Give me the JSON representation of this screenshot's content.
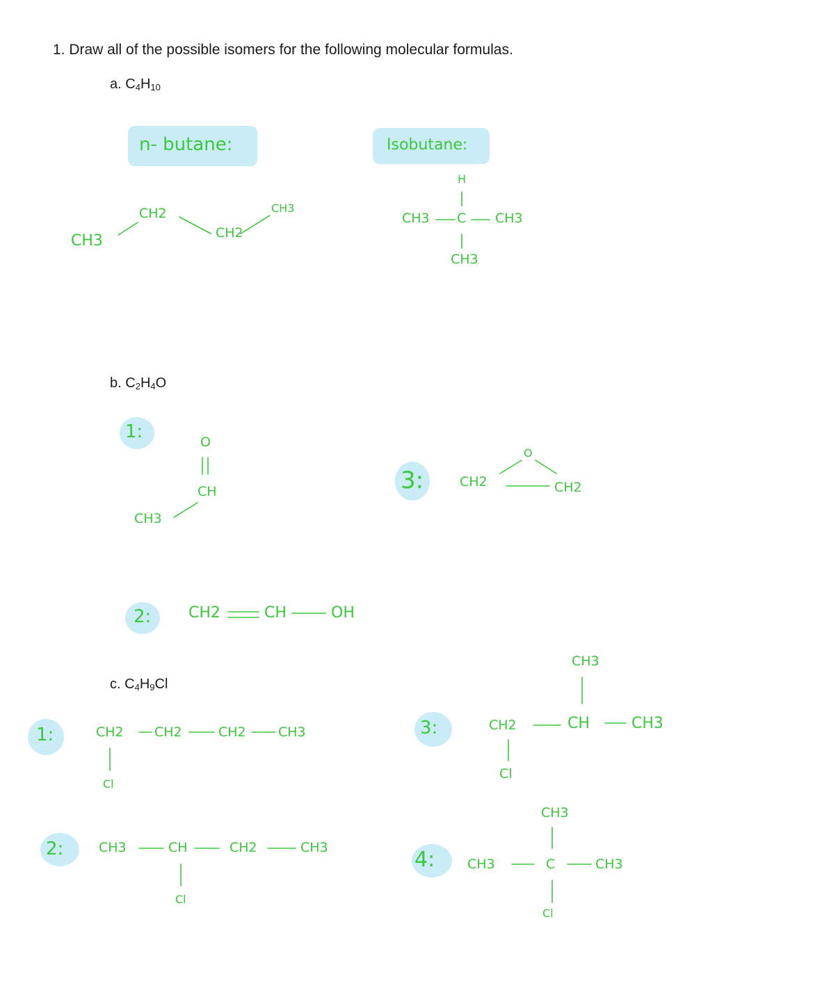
{
  "question": {
    "title": "1. Draw all of the possible isomers for the following molecular formulas."
  },
  "parts": {
    "a": {
      "letter": "a.",
      "formula_parts": [
        "C",
        "4",
        "H",
        "10"
      ]
    },
    "b": {
      "letter": "b.",
      "formula_parts": [
        "C",
        "2",
        "H",
        "4",
        "O"
      ]
    },
    "c": {
      "letter": "c.",
      "formula_parts": [
        "C",
        "4",
        "H",
        "9",
        "Cl"
      ]
    }
  },
  "answers": {
    "a": {
      "n_butane": {
        "label": "n- butane:",
        "atoms": [
          "CH3",
          "CH2",
          "CH2",
          "CH3"
        ]
      },
      "isobutane": {
        "label": "Isobutane:",
        "atoms": {
          "top": "H",
          "left": "CH3",
          "center": "C",
          "right": "CH3",
          "bottom": "CH3"
        }
      }
    },
    "b": {
      "isomer1": {
        "number": "1:",
        "atoms": {
          "o": "O",
          "ch": "CH",
          "ch3": "CH3"
        }
      },
      "isomer2": {
        "number": "2:",
        "atoms": [
          "CH2",
          "CH",
          "OH"
        ]
      },
      "isomer3": {
        "number": "3:",
        "atoms": {
          "o": "O",
          "left": "CH2",
          "right": "CH2"
        }
      }
    },
    "c": {
      "isomer1": {
        "number": "1:",
        "atoms": [
          "CH2",
          "CH2",
          "CH2",
          "CH3"
        ],
        "sub": "Cl"
      },
      "isomer2": {
        "number": "2:",
        "atoms": [
          "CH3",
          "CH",
          "CH2",
          "CH3"
        ],
        "sub": "Cl"
      },
      "isomer3": {
        "number": "3:",
        "atoms": {
          "ch2": "CH2",
          "ch": "CH",
          "ch3_right": "CH3",
          "ch3_top": "CH3",
          "cl": "Cl"
        }
      },
      "isomer4": {
        "number": "4:",
        "atoms": {
          "ch3_left": "CH3",
          "c": "C",
          "ch3_right": "CH3",
          "ch3_top": "CH3",
          "cl": "Cl"
        }
      }
    }
  },
  "colors": {
    "ink": "#3cc83c",
    "highlight": "#c9ecf7",
    "text": "#1a1a1a"
  }
}
